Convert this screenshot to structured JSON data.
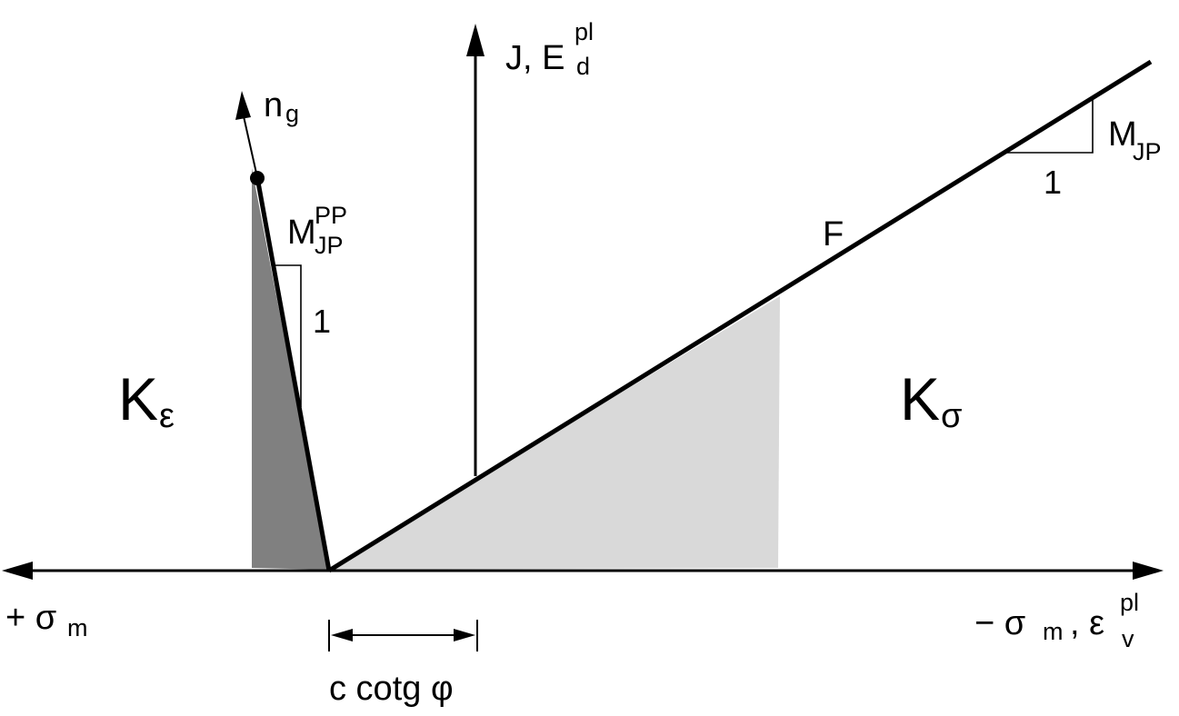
{
  "labels": {
    "y_axis_main": "J, E",
    "y_axis_sub": "d",
    "y_axis_sup": "pl",
    "x_left_main": "+ σ",
    "x_left_sub": "m",
    "x_right_main": "− σ",
    "x_right_sub": "m",
    "x_right_sep": ", ε",
    "x_right_sup": "pl",
    "x_right_sub2": "v",
    "ng_main": "n",
    "ng_sub": "g",
    "mpp_main": "M",
    "mpp_sup": "PP",
    "mpp_sub": "JP",
    "mjp_main": "M",
    "mjp_sub": "JP",
    "slope_one_right": "1",
    "slope_one_left": "1",
    "F": "F",
    "k_eps_main": "K",
    "k_eps_sub": "ε",
    "k_sig_main": "K",
    "k_sig_sub": "σ",
    "c_cotg": "c cotg φ"
  },
  "colors": {
    "line": "#000000",
    "dark_fill": "#808080",
    "light_fill": "#d9d9d9",
    "background": "#ffffff"
  }
}
